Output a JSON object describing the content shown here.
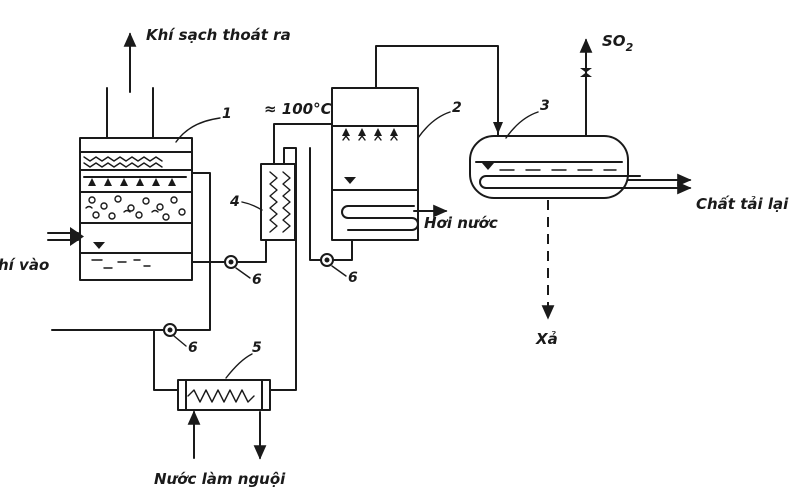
{
  "labels": {
    "clean_gas_out": "Khí sạch thoát ra",
    "gas_in": "hí vào",
    "temperature": "≈ 100°C",
    "steam": "Hơi nước",
    "so2": "SO",
    "so2_sub": "2",
    "carrier": "Chất tải lại",
    "drain": "Xả",
    "cooling_water": "Nước làm nguội"
  },
  "numbers": {
    "absorber": "1",
    "regenerator": "2",
    "separator": "3",
    "heat_exchanger": "4",
    "cooler": "5",
    "pump_a": "6",
    "pump_b": "6",
    "pump_c": "6"
  }
}
